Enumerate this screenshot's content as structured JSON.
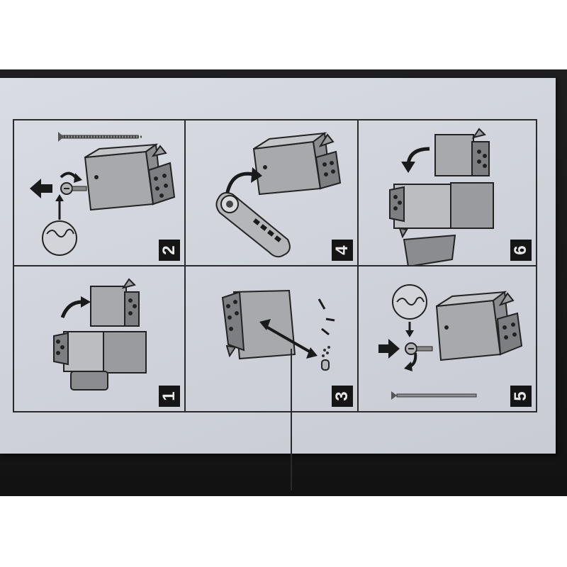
{
  "panels": [
    {
      "id": "step-2",
      "number": "2"
    },
    {
      "id": "step-4",
      "number": "4"
    },
    {
      "id": "step-6",
      "number": "6"
    },
    {
      "id": "step-1",
      "number": "1"
    },
    {
      "id": "step-3",
      "number": "3"
    },
    {
      "id": "step-5",
      "number": "5"
    }
  ],
  "colors": {
    "ink": "#2a2a2a",
    "metal": "#a8a9ad",
    "metal_dark": "#6e6f73",
    "number_bg": "#151515",
    "card": "#d6d9e0"
  },
  "icons": [
    "arrow-icon",
    "screw-icon",
    "spring-icon",
    "coin-icon",
    "lighter-insert-icon",
    "fluid-can-icon",
    "flint-icon"
  ]
}
